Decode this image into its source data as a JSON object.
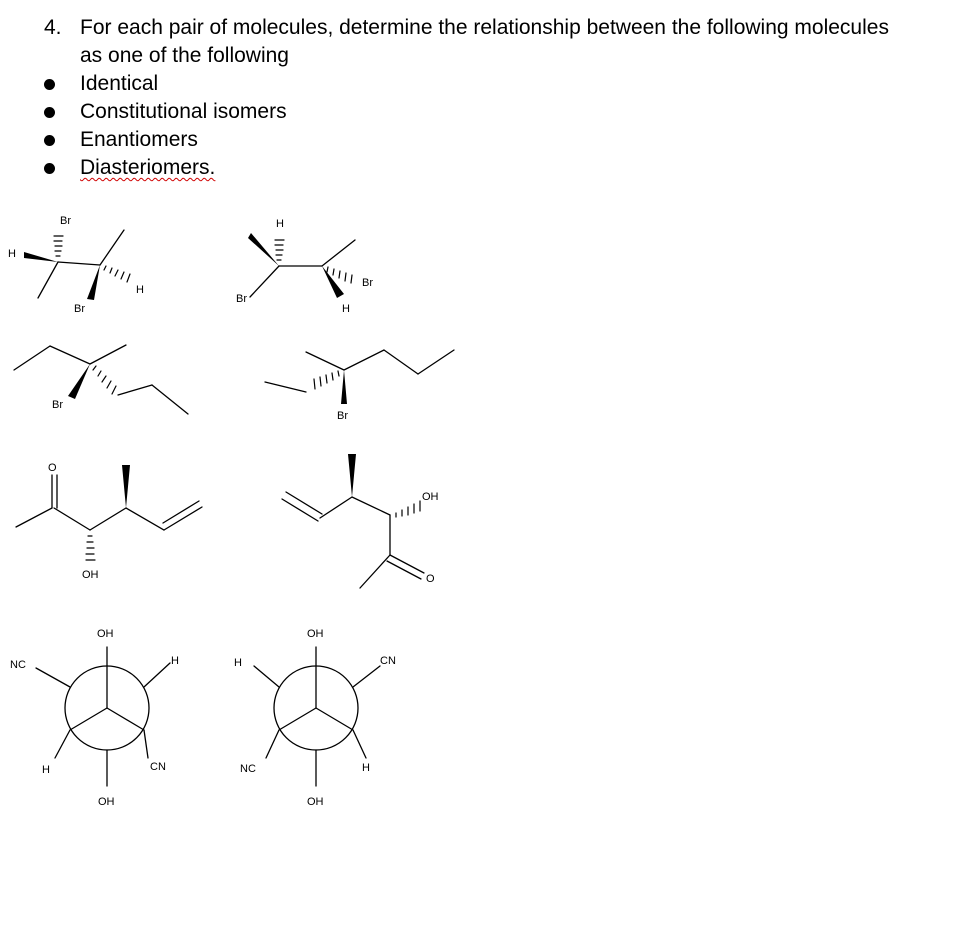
{
  "question": {
    "number": "4.",
    "text_line1": "For each pair of molecules, determine the relationship between the following molecules",
    "text_line2": "as one of the following",
    "options": [
      "Identical",
      "Constitutional isomers",
      "Enantiomers",
      "Diasteriomers."
    ]
  },
  "structures": {
    "pair1_left": {
      "h": "H",
      "br_top": "Br",
      "br_bottom": "Br",
      "h_right": "H"
    },
    "pair1_right": {
      "h_top": "H",
      "br_left": "Br",
      "br_right": "Br",
      "h_bottom": "H"
    },
    "pair2_left": {
      "br": "Br"
    },
    "pair2_right": {
      "br": "Br"
    },
    "pair3_left": {
      "o": "O",
      "oh": "OH"
    },
    "pair3_right": {
      "oh": "OH",
      "o": "O"
    },
    "pair4_left": {
      "oh_top": "OH",
      "nc": "NC",
      "h_right": "H",
      "h_left": "H",
      "cn": "CN",
      "oh_bottom": "OH"
    },
    "pair4_right": {
      "oh_top": "OH",
      "h_left": "H",
      "cn": "CN",
      "nc": "NC",
      "h_right": "H",
      "oh_bottom": "OH"
    }
  }
}
